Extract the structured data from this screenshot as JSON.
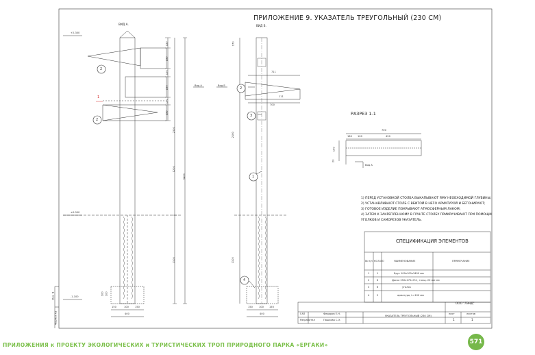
{
  "title": "ПРИЛОЖЕНИЕ 9. УКАЗАТЕЛЬ ТРЕУГОЛЬНЫЙ (230 СМ)",
  "view_a": "ВИД А.",
  "view_b": "ВИД Б.",
  "section_title": "РАЗРЕЗ 1-1",
  "view_a_arrow": "Вид А",
  "view_b_arrow": "Вид Б",
  "levels": {
    "top": "+2.300",
    "ground": "±0.000",
    "bottom": "-1.100"
  },
  "dims_a": {
    "d150": "150",
    "d250a": "250",
    "d100a": "100",
    "d250b": "250",
    "d100b": "100",
    "d250c": "250",
    "d2300": "2300",
    "d1200": "1200",
    "d3400": "3400",
    "d1100": "1100",
    "w150a": "150",
    "w100": "100",
    "w150b": "150",
    "w400": "400",
    "h100a": "100",
    "h100b": "100"
  },
  "dims_b": {
    "d170": "170",
    "d711": "711",
    "d111": "111",
    "d700": "700",
    "d2180": "2180",
    "d1100": "1100",
    "w150a": "150",
    "w100": "100",
    "w150b": "150",
    "w400": "400"
  },
  "section_dims": {
    "total": "700",
    "a": "180",
    "b": "100",
    "c": "420",
    "h": "100",
    "h2": "20"
  },
  "callouts": {
    "c1": "1",
    "c2": "2",
    "c3": "3",
    "c4": "4",
    "sec": "1"
  },
  "notes": [
    "1) ПЕРЕД УСТАНОВКОЙ СТОЛБА ВЫКАПЫВАЮТ ЯМУ НЕОБХОДИМОЙ ГЛУБИНЫ;",
    "2) УСТАНАВЛИВАЮТ СТОЛБ С ВБИТОЙ В НЕГО АРМАТУРОЙ И БЕТОНИРУЮТ;",
    "3) ГОТОВОЕ ИЗДЕЛИЕ ПОКРЫВАЮТ АТМОСФЕРНЫМ ЛАКОМ;",
    "4) ЗАТЕМ К ЗАКРЕПЛЕННОМУ В ГРУНТЕ СТОЛБУ ПРИКРУЧИВАЮТ ПРИ ПОМОЩИ",
    "    УГОЛКОВ И САМОРЕЗОВ УКАЗАТЕЛЬ."
  ],
  "spec": {
    "title": "СПЕЦИФИКАЦИЯ ЭЛЕМЕНТОВ",
    "headers": [
      "№ п/п",
      "КОЛ-ВО",
      "НАИМЕНОВАНИЕ",
      "ПРИМЕЧАНИЕ"
    ],
    "rows": [
      [
        "1",
        "1",
        "Брус 100х100х3400 мм",
        ""
      ],
      [
        "2",
        "6",
        "Доска 250х175х711, толщ. 20 мм мм",
        ""
      ],
      [
        "3",
        "6",
        "уголок",
        ""
      ],
      [
        "4",
        "2",
        "арматура, L=100 мм",
        ""
      ]
    ]
  },
  "stamp": {
    "company": "ООО \"ЛЭНД\"",
    "gip_label": "ГАП",
    "gip_name": "Федоров Е.Н.",
    "dev_label": "Разработал",
    "dev_name": "Пашкова С.Э.",
    "doc_title": "УКАЗАТЕЛЬ ТРЕУГОЛЬНЫЙ (230 СМ)",
    "sheet_label": "лист",
    "sheets_label": "листов",
    "sheet": "1",
    "sheets": "1",
    "side1": "Формат А3",
    "side2": "Инв. N"
  },
  "footer": "ПРИЛОЖЕНИЯ к ПРОЕКТУ ЭКОЛОГИЧЕСКИХ и ТУРИСТИЧЕСКИХ ТРОП ПРИРОДНОГО ПАРКА «ЕРГАКИ»",
  "page_number": "571",
  "colors": {
    "callout_red": "#d42a2a",
    "footer_green": "#7cc04b",
    "badge_green": "#76b84a"
  }
}
